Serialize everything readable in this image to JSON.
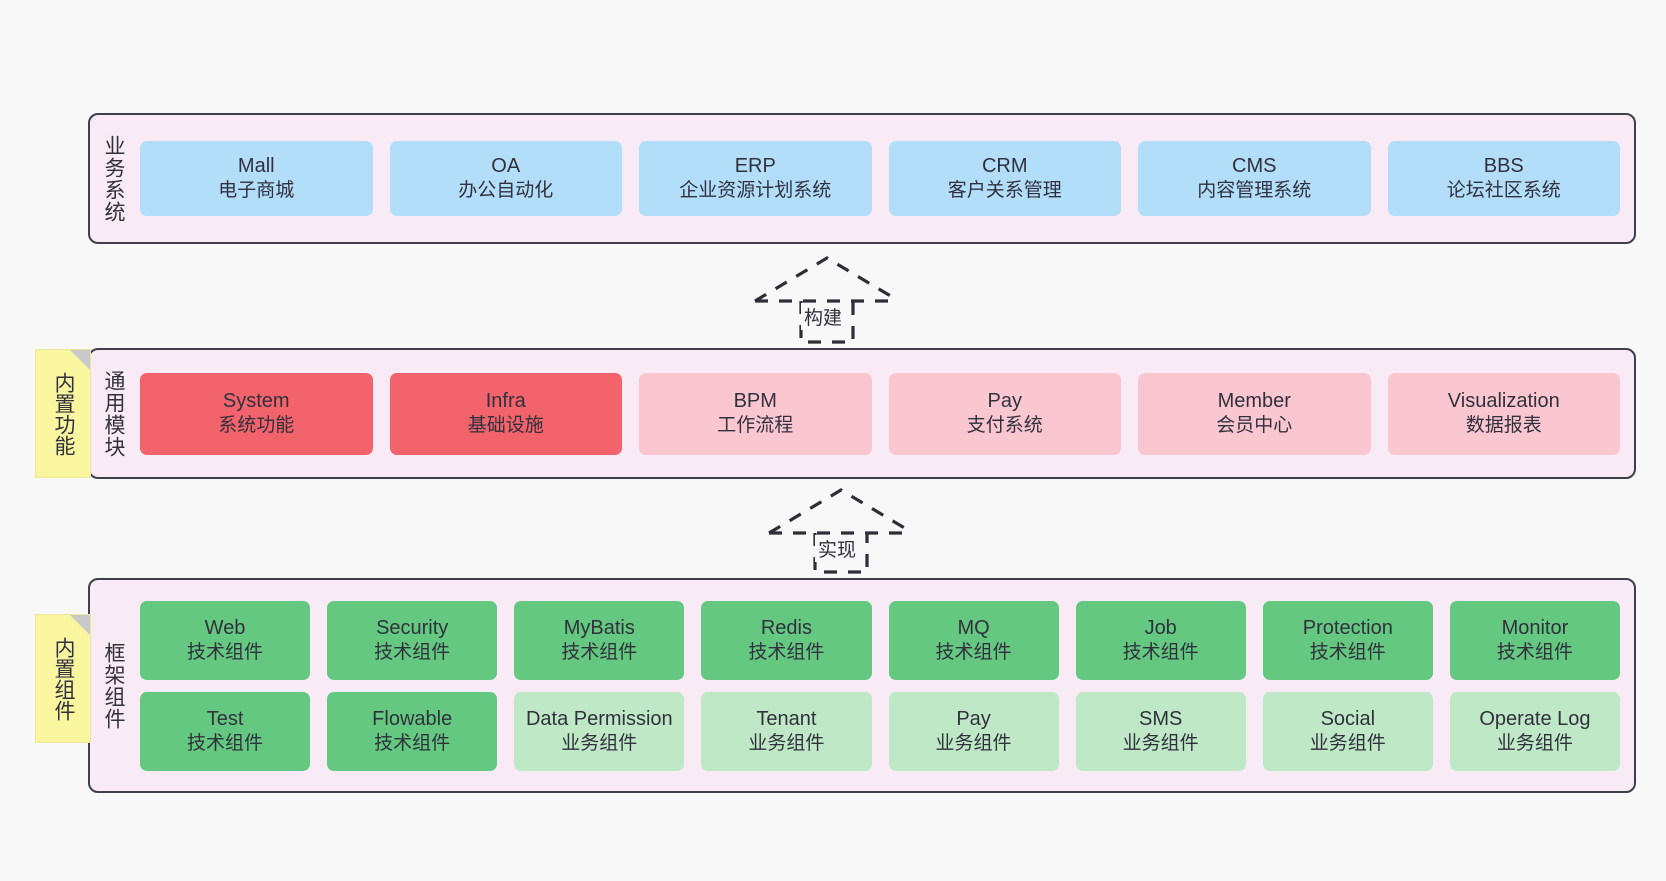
{
  "diagram": {
    "background_color": "#F8F8F8",
    "container_fill": "#F9EBF5",
    "container_border": "#40404D"
  },
  "layers": [
    {
      "id": "business-systems",
      "title": "业务系统",
      "rows": [
        {
          "cards": [
            {
              "name": "Mall",
              "desc": "电子商城",
              "color": "#B3DEFA",
              "style": "c-blue"
            },
            {
              "name": "OA",
              "desc": "办公自动化",
              "color": "#B3DEFA",
              "style": "c-blue"
            },
            {
              "name": "ERP",
              "desc": "企业资源计划系统",
              "color": "#B3DEFA",
              "style": "c-blue"
            },
            {
              "name": "CRM",
              "desc": "客户关系管理",
              "color": "#B3DEFA",
              "style": "c-blue"
            },
            {
              "name": "CMS",
              "desc": "内容管理系统",
              "color": "#B3DEFA",
              "style": "c-blue"
            },
            {
              "name": "BBS",
              "desc": "论坛社区系统",
              "color": "#B3DEFA",
              "style": "c-blue"
            }
          ]
        }
      ]
    },
    {
      "id": "common-modules",
      "title": "通用模块",
      "note": "内置功能",
      "rows": [
        {
          "cards": [
            {
              "name": "System",
              "desc": "系统功能",
              "color": "#F2636B",
              "style": "c-red"
            },
            {
              "name": "Infra",
              "desc": "基础设施",
              "color": "#F2636B",
              "style": "c-red"
            },
            {
              "name": "BPM",
              "desc": "工作流程",
              "color": "#FAC7D0",
              "style": "c-pink"
            },
            {
              "name": "Pay",
              "desc": "支付系统",
              "color": "#FAC7D0",
              "style": "c-pink"
            },
            {
              "name": "Member",
              "desc": "会员中心",
              "color": "#FAC7D0",
              "style": "c-pink"
            },
            {
              "name": "Visualization",
              "desc": "数据报表",
              "color": "#FAC7D0",
              "style": "c-pink"
            }
          ]
        }
      ]
    },
    {
      "id": "framework-components",
      "title": "框架组件",
      "note": "内置组件",
      "rows": [
        {
          "cards": [
            {
              "name": "Web",
              "desc": "技术组件",
              "color": "#64C881",
              "style": "c-green"
            },
            {
              "name": "Security",
              "desc": "技术组件",
              "color": "#64C881",
              "style": "c-green"
            },
            {
              "name": "MyBatis",
              "desc": "技术组件",
              "color": "#64C881",
              "style": "c-green"
            },
            {
              "name": "Redis",
              "desc": "技术组件",
              "color": "#64C881",
              "style": "c-green"
            },
            {
              "name": "MQ",
              "desc": "技术组件",
              "color": "#64C881",
              "style": "c-green"
            },
            {
              "name": "Job",
              "desc": "技术组件",
              "color": "#64C881",
              "style": "c-green"
            },
            {
              "name": "Protection",
              "desc": "技术组件",
              "color": "#64C881",
              "style": "c-green"
            },
            {
              "name": "Monitor",
              "desc": "技术组件",
              "color": "#64C881",
              "style": "c-green"
            }
          ]
        },
        {
          "cards": [
            {
              "name": "Test",
              "desc": "技术组件",
              "color": "#64C881",
              "style": "c-green"
            },
            {
              "name": "Flowable",
              "desc": "技术组件",
              "color": "#64C881",
              "style": "c-green"
            },
            {
              "name": "Data Permission",
              "desc": "业务组件",
              "color": "#BEE8C6",
              "style": "c-green-lt"
            },
            {
              "name": "Tenant",
              "desc": "业务组件",
              "color": "#BEE8C6",
              "style": "c-green-lt"
            },
            {
              "name": "Pay",
              "desc": "业务组件",
              "color": "#BEE8C6",
              "style": "c-green-lt"
            },
            {
              "name": "SMS",
              "desc": "业务组件",
              "color": "#BEE8C6",
              "style": "c-green-lt"
            },
            {
              "name": "Social",
              "desc": "业务组件",
              "color": "#BEE8C6",
              "style": "c-green-lt"
            },
            {
              "name": "Operate Log",
              "desc": "业务组件",
              "color": "#BEE8C6",
              "style": "c-green-lt"
            }
          ]
        }
      ]
    }
  ],
  "connectors": [
    {
      "id": "build",
      "label": "构建",
      "from": "common-modules",
      "to": "business-systems"
    },
    {
      "id": "implement",
      "label": "实现",
      "from": "framework-components",
      "to": "common-modules"
    }
  ]
}
